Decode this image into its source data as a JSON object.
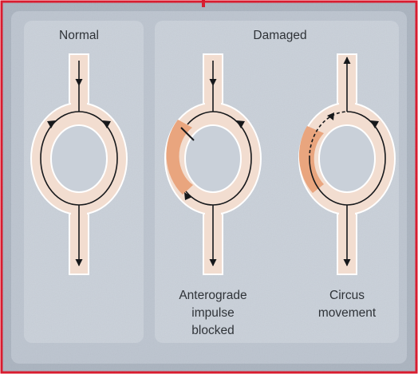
{
  "colors": {
    "frame_border": "#d9172b",
    "panel_background": "#aab3bf",
    "panel_inner": "#bcc4cf",
    "subpanel": "#c9d0d9",
    "channel_fill": "#f2ddd0",
    "channel_edge": "#ffffff",
    "damaged_tissue": "#e9a57e",
    "pathway_line": "#16181b",
    "label_text": "#2f3338"
  },
  "panels": {
    "normal": {
      "title": "Normal"
    },
    "damaged": {
      "title": "Damaged",
      "cases": [
        {
          "caption_lines": [
            "Anterograde",
            "impulse",
            "blocked"
          ]
        },
        {
          "caption_lines": [
            "Circus",
            "movement"
          ]
        }
      ]
    }
  },
  "icons": [
    "arrowhead-icon",
    "conduction-block-icon",
    "damaged-region-icon"
  ]
}
